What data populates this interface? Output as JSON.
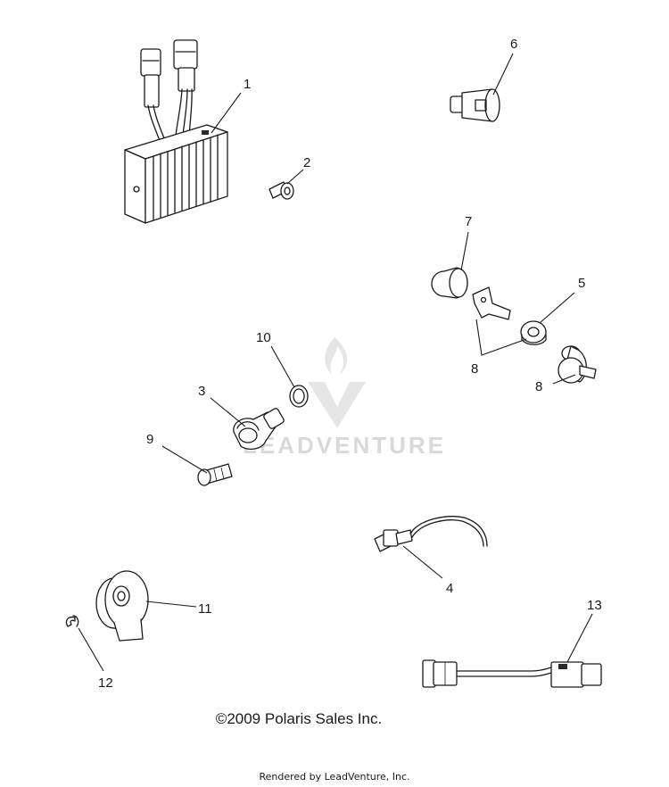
{
  "watermark": {
    "text": "LEADVENTURE"
  },
  "callouts": {
    "c1": "1",
    "c2": "2",
    "c3": "3",
    "c4": "4",
    "c5": "5",
    "c6": "6",
    "c7": "7",
    "c8a": "8",
    "c8b": "8",
    "c9": "9",
    "c10": "10",
    "c11": "11",
    "c12": "12",
    "c13": "13"
  },
  "copyright": "©2009 Polaris Sales Inc.",
  "rendered_by": "Rendered by LeadVenture, Inc."
}
